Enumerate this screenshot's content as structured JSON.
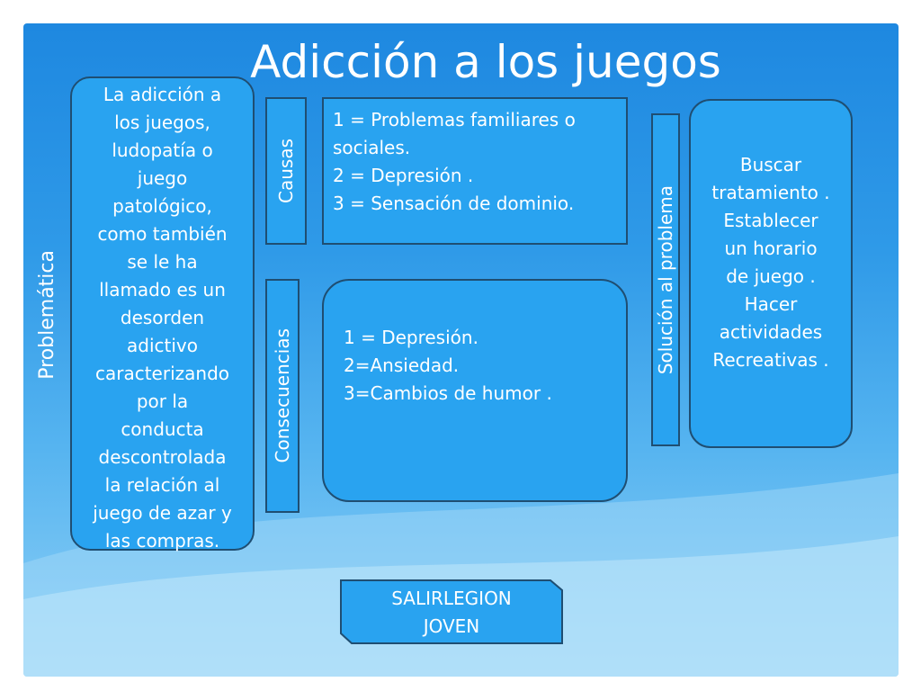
{
  "title": "Adicción a los juegos",
  "labels": {
    "problematica": "Problemática",
    "causas": "Causas",
    "consecuencias": "Consecuencias",
    "solucion": "Solución al problema"
  },
  "problem_text": [
    "La adicción a",
    "los juegos,",
    "ludopatía o",
    "juego",
    "patológico,",
    "como también",
    "se le ha",
    "llamado es un",
    "desorden",
    "adictivo",
    "caracterizando",
    "por la",
    "conducta",
    "descontrolada",
    "la relación al",
    "juego de azar y",
    "las compras."
  ],
  "causes": [
    "1 = Problemas familiares o",
    "sociales.",
    "2 = Depresión .",
    "3 = Sensación de dominio."
  ],
  "consequences": [
    "1 = Depresión.",
    "2=Ansiedad.",
    "3=Cambios de humor ."
  ],
  "solution_text": [
    "Buscar",
    "tratamiento .",
    "Establecer",
    "un  horario",
    "de  juego .",
    "Hacer",
    "actividades",
    "Recreativas ."
  ],
  "footer": [
    "SALIRLEGION",
    "JOVEN"
  ]
}
